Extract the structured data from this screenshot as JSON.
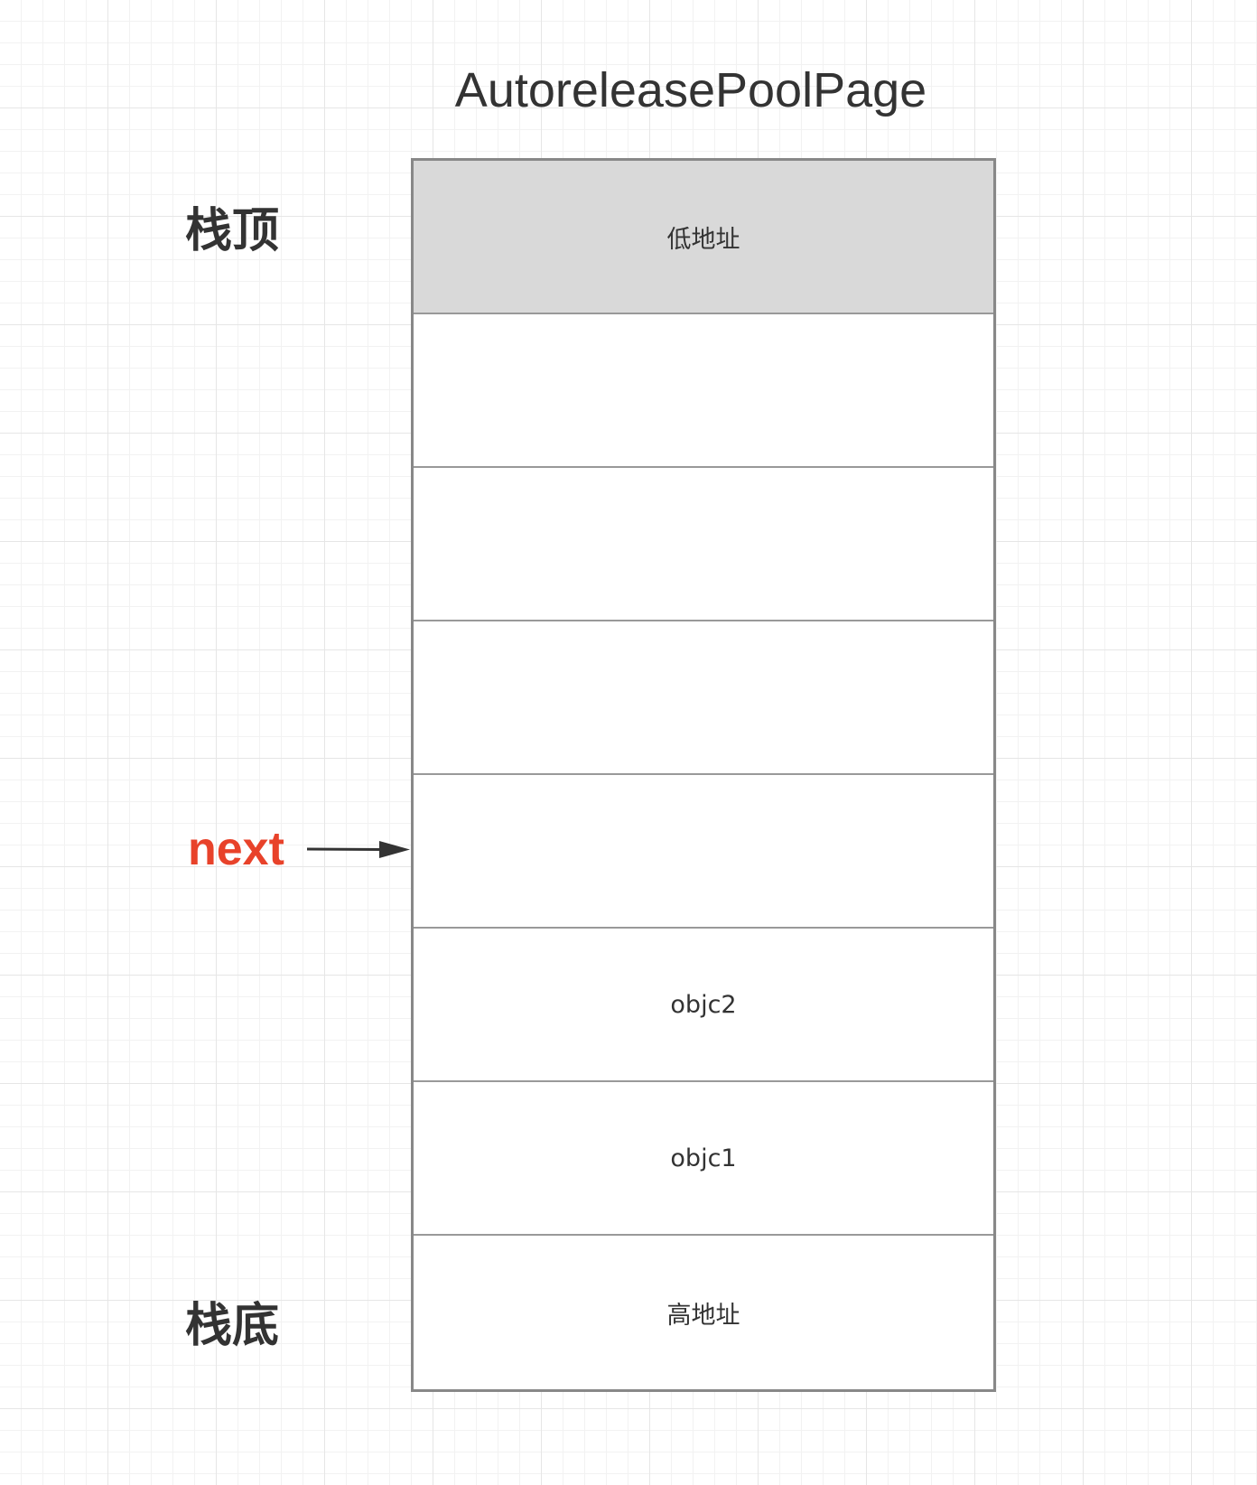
{
  "diagram": {
    "title": "AutoreleasePoolPage",
    "labels": {
      "stack_top": "栈顶",
      "stack_bottom": "栈底",
      "next_pointer": "next"
    },
    "slots": [
      {
        "text": "低地址",
        "fill": "#d9d9d9"
      },
      {
        "text": "",
        "fill": "#ffffff"
      },
      {
        "text": "",
        "fill": "#ffffff"
      },
      {
        "text": "",
        "fill": "#ffffff"
      },
      {
        "text": "",
        "fill": "#ffffff"
      },
      {
        "text": "objc2",
        "fill": "#ffffff"
      },
      {
        "text": "objc1",
        "fill": "#ffffff"
      },
      {
        "text": "高地址",
        "fill": "#ffffff"
      }
    ],
    "next_points_to_slot": 4,
    "colors": {
      "pointer_label": "#e8422a",
      "text": "#333333",
      "border": "#888888"
    }
  }
}
